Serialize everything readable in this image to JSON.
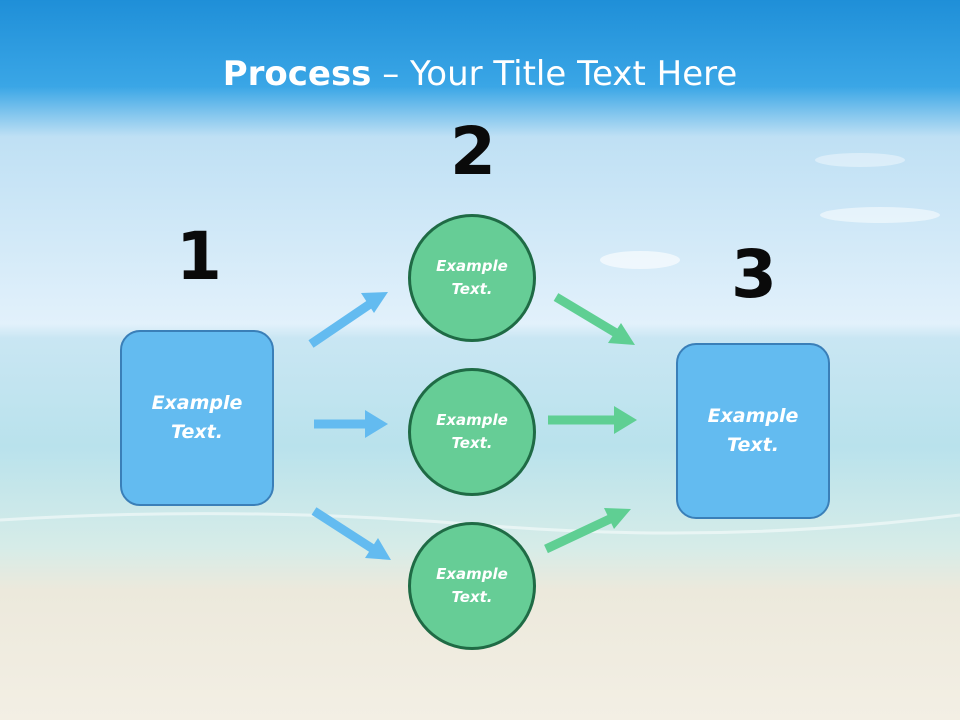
{
  "title": {
    "bold": "Process",
    "rest": " – Your Title Text Here"
  },
  "steps": [
    {
      "number": "1",
      "label_line1": "Example",
      "label_line2": "Text."
    },
    {
      "number": "2"
    },
    {
      "number": "3",
      "label_line1": "Example",
      "label_line2": "Text."
    }
  ],
  "circles": [
    {
      "label_line1": "Example",
      "label_line2": "Text."
    },
    {
      "label_line1": "Example",
      "label_line2": "Text."
    },
    {
      "label_line1": "Example",
      "label_line2": "Text."
    }
  ],
  "colors": {
    "box_fill": "#63bbf0",
    "circle_fill": "#66cd96",
    "left_arrows": "#63bbf0",
    "right_arrows": "#5fcf93"
  }
}
